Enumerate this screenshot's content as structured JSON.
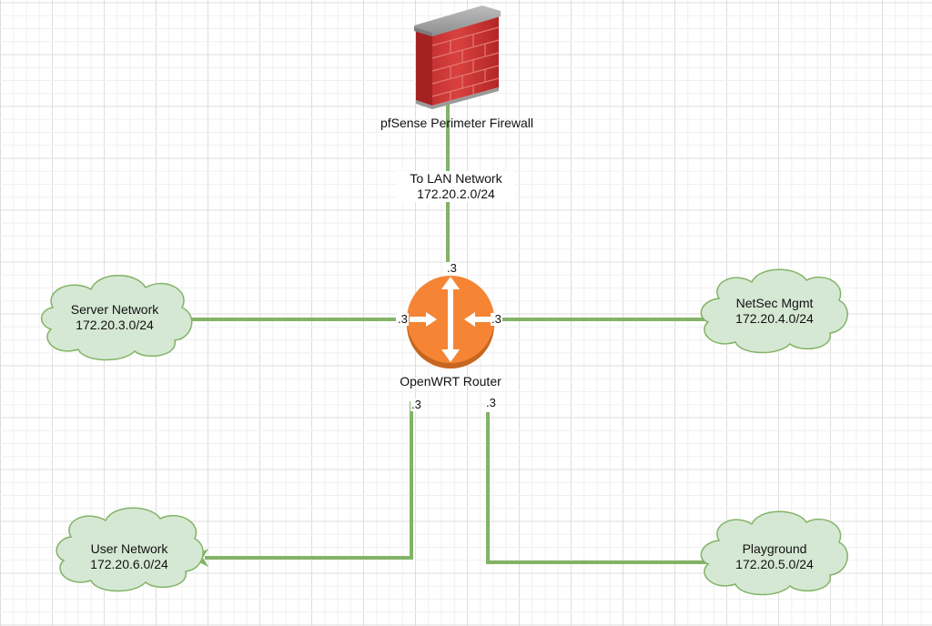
{
  "nodes": {
    "firewall": {
      "label": "pfSense Perimeter Firewall",
      "icon": "brick-firewall-icon"
    },
    "router": {
      "label": "OpenWRT Router",
      "icon": "router-icon",
      "color": "#F58535"
    },
    "server_network": {
      "name": "Server Network",
      "subnet": "172.20.3.0/24"
    },
    "netsec_mgmt": {
      "name": "NetSec Mgmt",
      "subnet": "172.20.4.0/24"
    },
    "user_network": {
      "name": "User Network",
      "subnet": "172.20.6.0/24"
    },
    "playground": {
      "name": "Playground",
      "subnet": "172.20.5.0/24"
    }
  },
  "edges": {
    "lan": {
      "name": "To LAN Network",
      "subnet": "172.20.2.0/24"
    }
  },
  "ports": {
    "top": ".3",
    "left": ".3",
    "right": ".3",
    "bottom_left": ".3",
    "bottom_right": ".3"
  },
  "colors": {
    "connector": "#82B366",
    "cloud_fill": "#D5E8D4",
    "cloud_stroke": "#82B366",
    "router": "#F58535",
    "brick": "#C8312F"
  }
}
